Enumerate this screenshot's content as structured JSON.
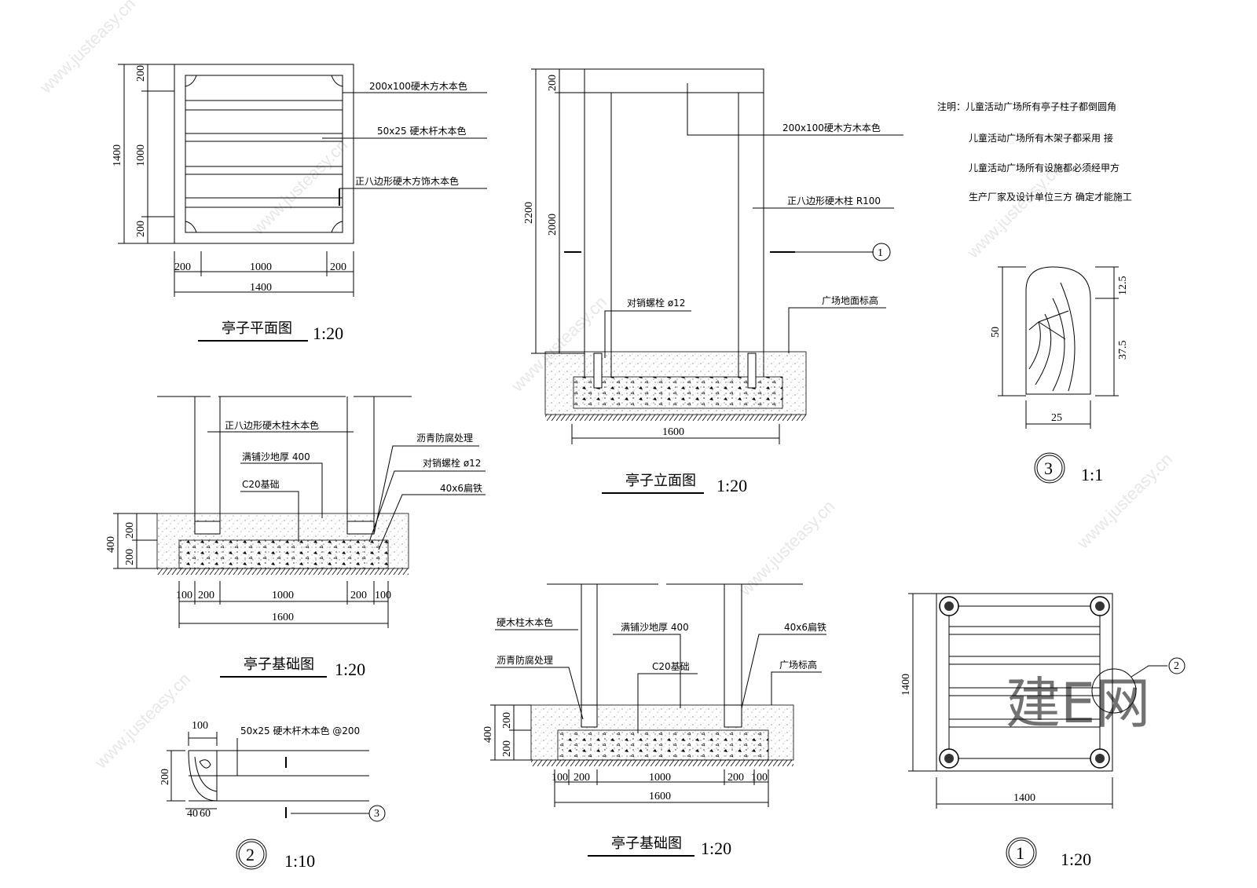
{
  "watermark": {
    "site": "www.justeasy.cn",
    "brand": "建E网"
  },
  "notes": {
    "lines": [
      "注明：儿童活动广场所有亭子柱子都倒圆角",
      "儿童活动广场所有木架子都采用 接",
      "儿童活动广场所有设施都必须经甲方",
      "生产厂家及设计单位三方   确定才能施工"
    ]
  },
  "plan": {
    "title": "亭子平面图",
    "scale": "1:20",
    "dims_left": [
      "200",
      "1000",
      "200",
      "1400"
    ],
    "dims_bottom": [
      "200",
      "1000",
      "200",
      "1400"
    ],
    "labels": [
      "200x100硬木方木本色",
      "50x25 硬木杆木本色",
      "正八边形硬木方饰木本色"
    ]
  },
  "elevation": {
    "title": "亭子立面图",
    "scale": "1:20",
    "dims_left": [
      "200",
      "2000",
      "2200"
    ],
    "dim_bottom": "1600",
    "labels": [
      "200x100硬木方木本色",
      "正八边形硬木柱  R100",
      "对销螺栓  ø12",
      "广场地面标高"
    ],
    "callout": "1"
  },
  "detail3": {
    "callout": "3",
    "scale": "1:1",
    "dims": [
      "12.5",
      "37.5",
      "50",
      "25"
    ]
  },
  "foundation1": {
    "title": "亭子基础图",
    "scale": "1:20",
    "labels": [
      "正八边形硬木柱木本色",
      "满铺沙地厚  400",
      "C20基础",
      "沥青防腐处理",
      "对销螺栓  ø12",
      "40x6扁铁"
    ],
    "dims_left": [
      "200",
      "200",
      "400"
    ],
    "dims_bottom": [
      "100",
      "200",
      "1000",
      "200",
      "100",
      "1600"
    ]
  },
  "foundation2": {
    "title": "亭子基础图",
    "scale": "1:20",
    "labels": [
      "硬木柱木本色",
      "满铺沙地厚  400",
      "40x6扁铁",
      "沥青防腐处理",
      "C20基础",
      "广场标高"
    ],
    "dims_left": [
      "200",
      "200",
      "400"
    ],
    "dims_bottom": [
      "100",
      "200",
      "1000",
      "200",
      "100",
      "1600"
    ]
  },
  "detail2": {
    "callout": "2",
    "scale": "1:10",
    "label": "50x25 硬木杆木本色  @200",
    "dims": [
      "100",
      "200",
      "40",
      "60"
    ],
    "ref": "3"
  },
  "detail1": {
    "callout": "1",
    "scale": "1:20",
    "dims": [
      "1400",
      "1400"
    ],
    "ref": "2"
  }
}
